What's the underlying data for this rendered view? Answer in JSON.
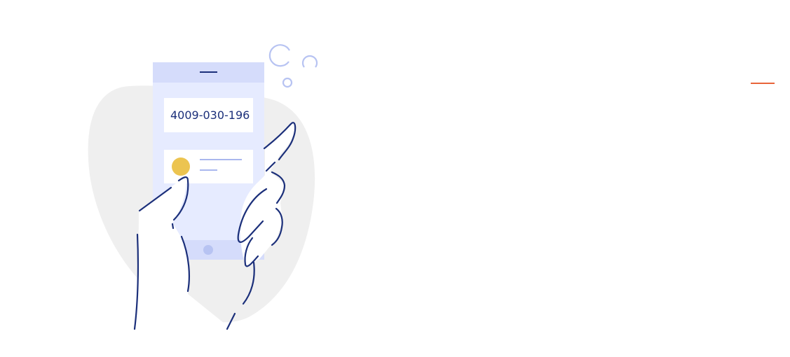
{
  "illustration": {
    "phone_number": "4009-030-196"
  },
  "colors": {
    "blob": "#efefef",
    "phone_body": "#e6ebff",
    "phone_header": "#d5dcfb",
    "card": "#ffffff",
    "ink": "#1b2f7a",
    "bubble": "#b7c3f2",
    "coin": "#ecc450",
    "card_lines": "#a9b7ee",
    "home_button": "#b7c3f2",
    "accent": "#e8643a"
  },
  "icons": {
    "decor_bubbles": "bubble-icons",
    "avatar": "yellow-dot-icon",
    "hand": "hand-holding-phone",
    "accent": "orange-dash"
  }
}
